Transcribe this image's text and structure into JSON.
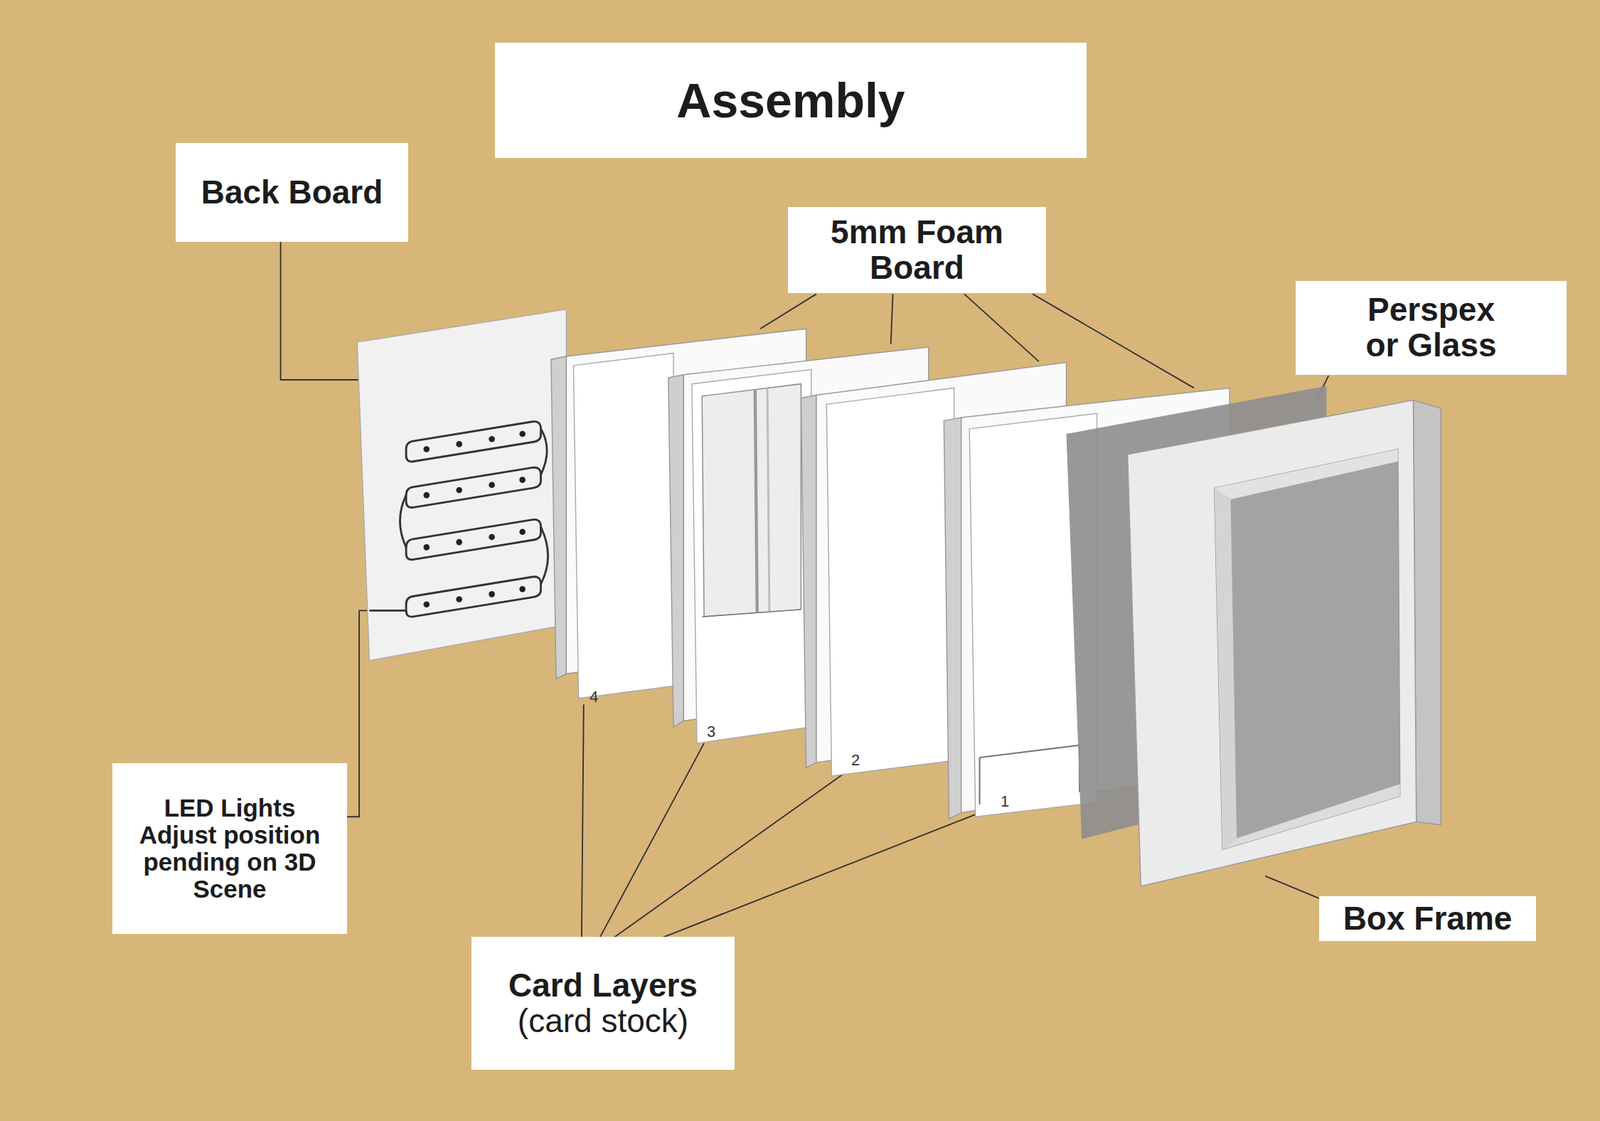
{
  "diagram": {
    "title": "Assembly",
    "nodes": [
      {
        "text": [
          "Back Board"
        ]
      },
      {
        "text": [
          "5mm Foam Board"
        ]
      },
      {
        "text": [
          "Perspex or Glass"
        ]
      },
      {
        "text": [
          "LED Lights Adjust position pending on 3D Scene"
        ]
      },
      {
        "text": [
          "Card Layers",
          "(card stock)"
        ]
      },
      {
        "text": [
          "Box Frame"
        ]
      }
    ],
    "labels": [
      "4",
      "3",
      "2",
      "1"
    ]
  }
}
